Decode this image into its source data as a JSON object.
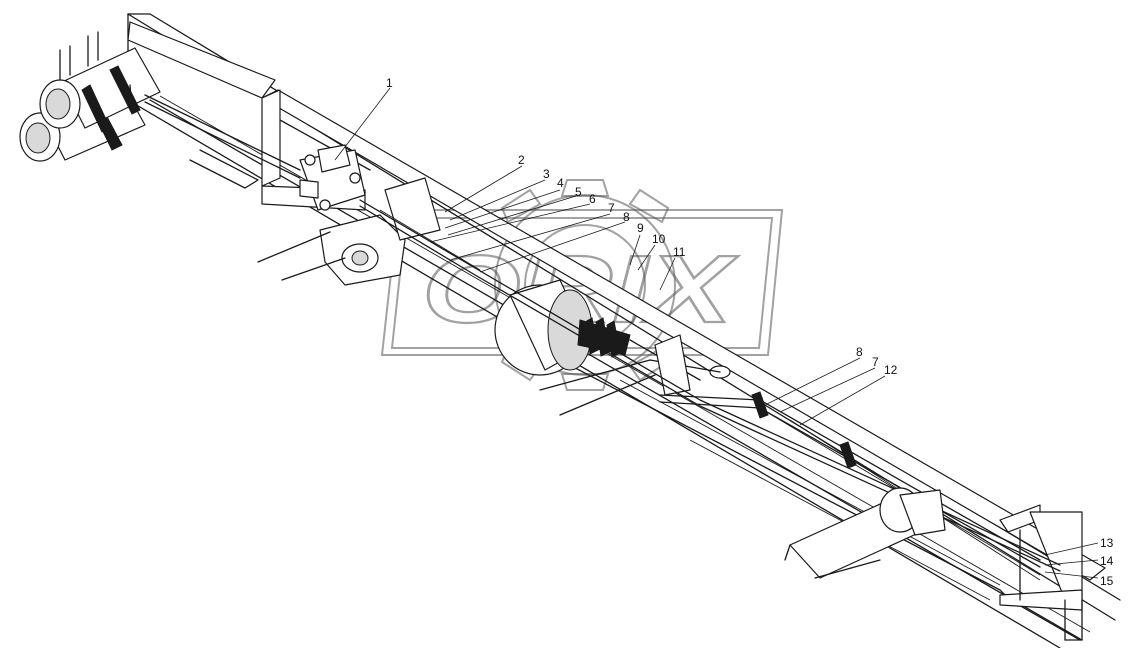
{
  "diagram": {
    "watermark": "ORIX",
    "callouts": [
      "1",
      "2",
      "3",
      "4",
      "5",
      "6",
      "7",
      "8",
      "9",
      "10",
      "11",
      "8",
      "7",
      "12",
      "13",
      "14",
      "15"
    ],
    "components": [
      "air-tank-front",
      "air-tank-rear",
      "valve",
      "brake-chamber",
      "frame-rail",
      "cross-member",
      "axle",
      "pipe-bundle"
    ]
  }
}
